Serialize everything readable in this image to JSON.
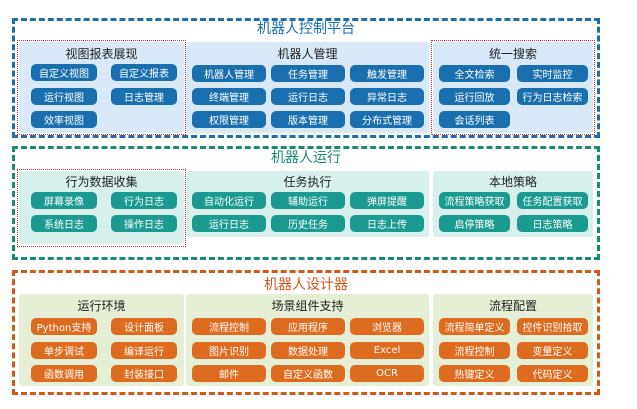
{
  "colors": {
    "blue": "#1a6faf",
    "blue_panel": "#d9e8f6",
    "blue_border": "#1f6ea9",
    "teal": "#1b9a8f",
    "teal_panel": "#d8f0ec",
    "teal_border": "#1b8a73",
    "orange": "#dd6b20",
    "orange_panel": "#e4efd6",
    "orange_border": "#d0581b"
  },
  "platform": {
    "title": "机器人控制平台",
    "panels": [
      {
        "title": "视图报表展现",
        "buttons": [
          "自定义视图",
          "自定义报表",
          "运行视图",
          "日志管理",
          "效率视图"
        ]
      },
      {
        "title": "机器人管理",
        "buttons": [
          "机器人管理",
          "任务管理",
          "触发管理",
          "终端管理",
          "运行日志",
          "异常日志",
          "权限管理",
          "版本管理",
          "分布式管理"
        ]
      },
      {
        "title": "统一搜索",
        "buttons": [
          "全文检索",
          "实时监控",
          "运行回放",
          "行为日志检索",
          "会话列表"
        ]
      }
    ]
  },
  "runtime": {
    "title": "机器人运行",
    "panels": [
      {
        "title": "行为数据收集",
        "buttons": [
          "屏幕录像",
          "行为日志",
          "系统日志",
          "操作日志"
        ]
      },
      {
        "title": "任务执行",
        "buttons": [
          "自动化运行",
          "辅助运行",
          "弹屏提醒",
          "运行日志",
          "历史任务",
          "日志上传"
        ]
      },
      {
        "title": "本地策略",
        "buttons": [
          "流程策略获取",
          "任务配置获取",
          "启停策略",
          "日志策略"
        ]
      }
    ]
  },
  "designer": {
    "title": "机器人设计器",
    "panels": [
      {
        "title": "运行环境",
        "buttons": [
          "Python支持",
          "设计面板",
          "单步调试",
          "编译运行",
          "函数调用",
          "封装接口"
        ]
      },
      {
        "title": "场景组件支持",
        "buttons": [
          "流程控制",
          "应用程序",
          "浏览器",
          "图片识别",
          "数据处理",
          "Excel",
          "邮件",
          "自定义函数",
          "OCR"
        ]
      },
      {
        "title": "流程配置",
        "buttons": [
          "流程简单定义",
          "控件识别拾取",
          "流程控制",
          "变量定义",
          "热键定义",
          "代码定义"
        ]
      }
    ]
  }
}
